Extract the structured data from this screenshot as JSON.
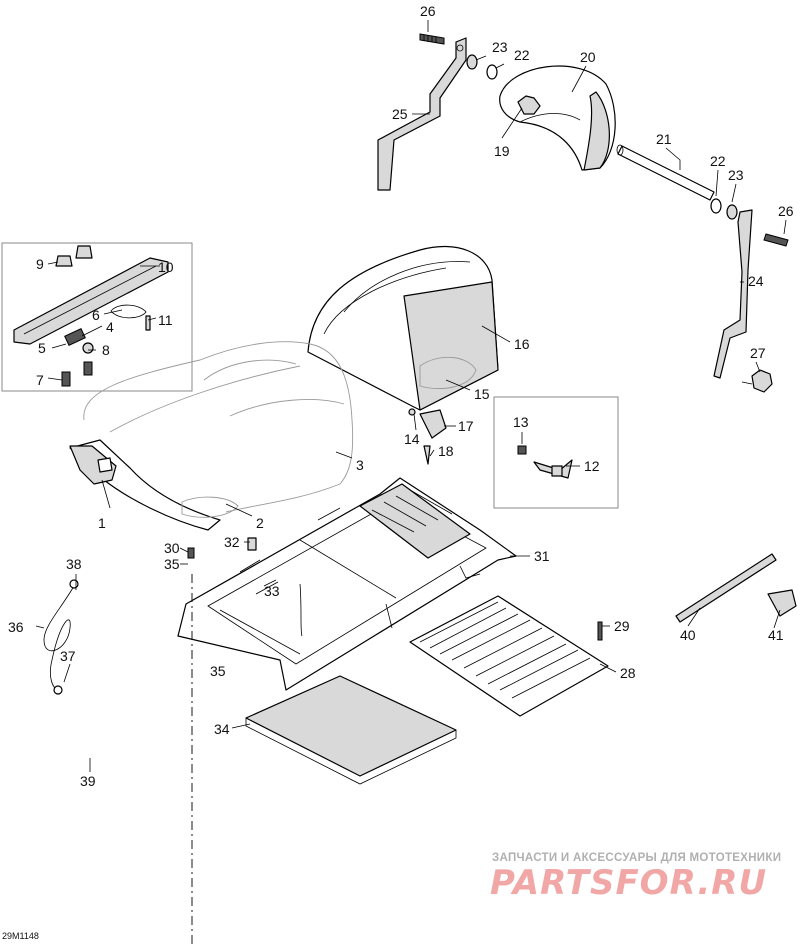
{
  "diagram": {
    "callouts": [
      "1",
      "2",
      "3",
      "4",
      "5",
      "6",
      "7",
      "8",
      "9",
      "10",
      "11",
      "12",
      "13",
      "14",
      "15",
      "16",
      "17",
      "18",
      "19",
      "20",
      "21",
      "22",
      "22",
      "23",
      "23",
      "24",
      "25",
      "26",
      "26",
      "27",
      "28",
      "29",
      "30",
      "31",
      "32",
      "33",
      "34",
      "35",
      "35",
      "36",
      "37",
      "38",
      "39",
      "40",
      "41"
    ],
    "drawing_code": "29M1148"
  },
  "watermark": {
    "tagline": "ЗАПЧАСТИ И АКСЕССУАРЫ ДЛЯ МОТОТЕХНИКИ",
    "logo": "PARTSFOR.RU"
  },
  "colors": {
    "line": "#000000",
    "fill_grey": "#d9d9d9",
    "watermark_text": "#b0b0b0",
    "watermark_logo": "#f2a7a7"
  }
}
